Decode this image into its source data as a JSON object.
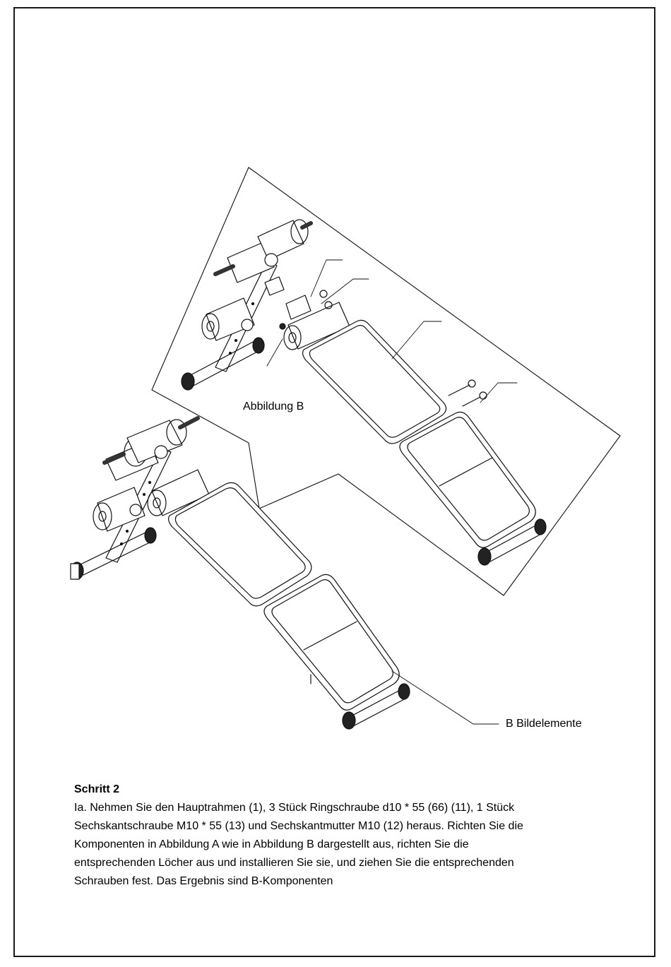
{
  "figure": {
    "inset_label": "Abbildung B",
    "parts_label": "B Bildelemente"
  },
  "instructions": {
    "title": "Schritt 2",
    "lines": [
      "Ia. Nehmen Sie den Hauptrahmen (1), 3 Stück Ringschraube d10 * 55 (66) (11), 1 Stück",
      "Sechskantschraube M10 * 55 (13) und Sechskantmutter M10 (12) heraus. Richten Sie die",
      "Komponenten in Abbildung A wie in Abbildung B dargestellt aus, richten Sie die",
      "entsprechenden Löcher aus und installieren Sie sie, und ziehen Sie die entsprechenden",
      "Schrauben fest. Das Ergebnis sind B-Komponenten"
    ]
  }
}
